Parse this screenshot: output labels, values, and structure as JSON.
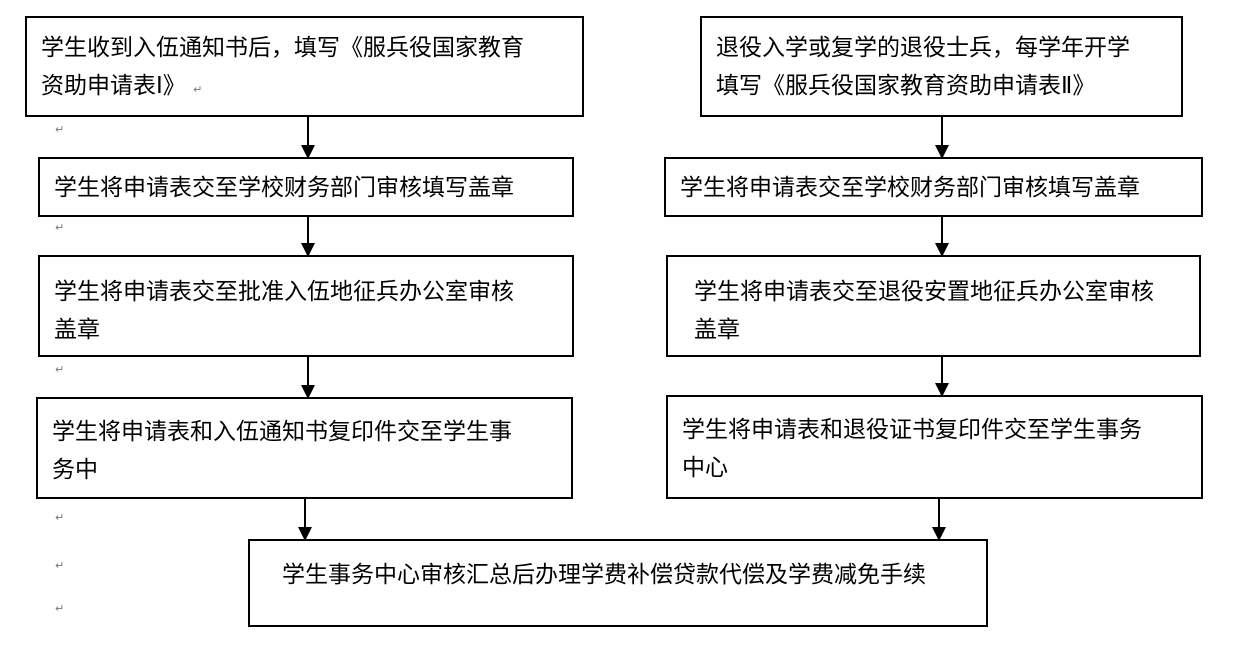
{
  "left": {
    "step1": [
      "学生收到入伍通知书后，填写《服兵役国家教育",
      "资助申请表I》"
    ],
    "step2": [
      "学生将申请表交至学校财务部门审核填写盖章"
    ],
    "step3": [
      "学生将申请表交至批准入伍地征兵办公室审核",
      "盖章"
    ],
    "step4": [
      "学生将申请表和入伍通知书复印件交至学生事",
      "务中"
    ]
  },
  "right": {
    "step1": [
      "退役入学或复学的退役士兵，每学年开学",
      "填写《服兵役国家教育资助申请表Ⅱ》"
    ],
    "step2": [
      "学生将申请表交至学校财务部门审核填写盖章"
    ],
    "step3": [
      "学生将申请表交至退役安置地征兵办公室审核",
      "盖章"
    ],
    "step4": [
      "学生将申请表和退役证书复印件交至学生事务",
      "中心"
    ]
  },
  "final": [
    "学生事务中心审核汇总后办理学费补偿贷款代偿及学费减免手续"
  ],
  "paragraph_mark": "↵"
}
